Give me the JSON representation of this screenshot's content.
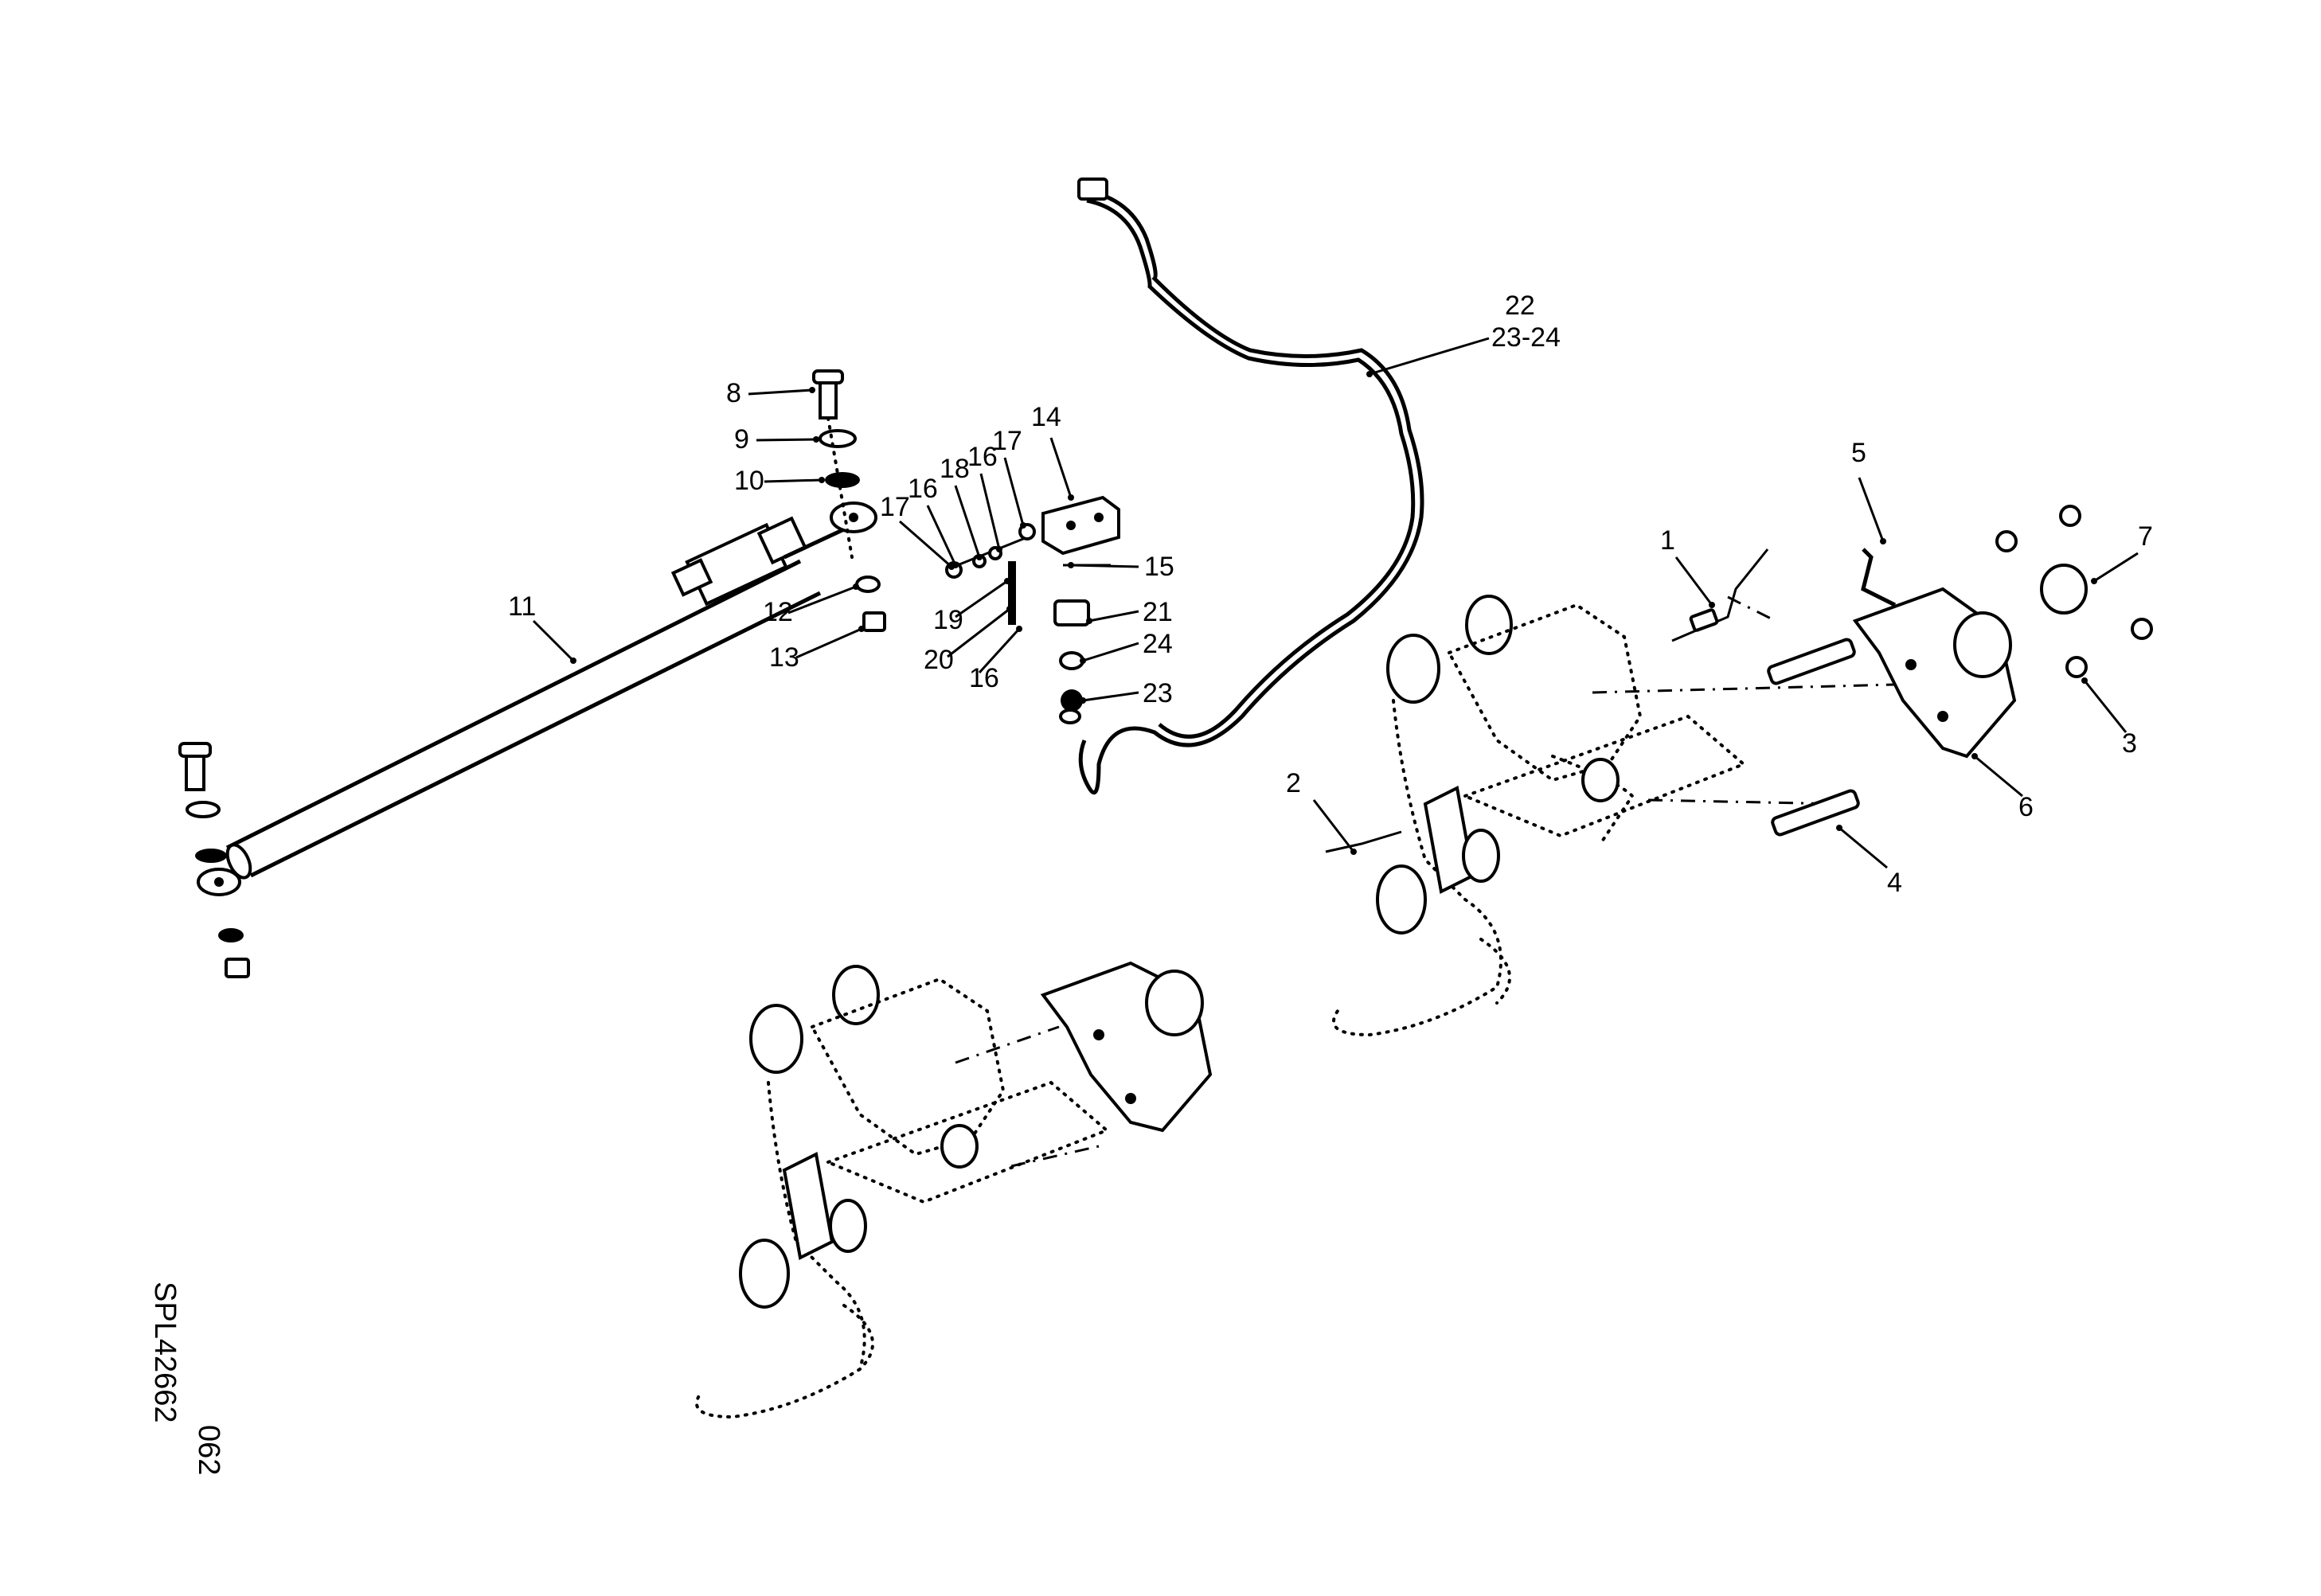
{
  "drawing": {
    "reference_number": "SPL42662",
    "sheet_number": "062"
  },
  "callouts": [
    {
      "id": "c1",
      "label": "1"
    },
    {
      "id": "c2",
      "label": "2"
    },
    {
      "id": "c3",
      "label": "3"
    },
    {
      "id": "c4",
      "label": "4"
    },
    {
      "id": "c5",
      "label": "5"
    },
    {
      "id": "c6",
      "label": "6"
    },
    {
      "id": "c7",
      "label": "7"
    },
    {
      "id": "c8",
      "label": "8"
    },
    {
      "id": "c9",
      "label": "9"
    },
    {
      "id": "c10",
      "label": "10"
    },
    {
      "id": "c11",
      "label": "11"
    },
    {
      "id": "c12",
      "label": "12"
    },
    {
      "id": "c13",
      "label": "13"
    },
    {
      "id": "c14",
      "label": "14"
    },
    {
      "id": "c15",
      "label": "15"
    },
    {
      "id": "c16a",
      "label": "16"
    },
    {
      "id": "c16b",
      "label": "16"
    },
    {
      "id": "c16c",
      "label": "16"
    },
    {
      "id": "c17a",
      "label": "17"
    },
    {
      "id": "c17b",
      "label": "17"
    },
    {
      "id": "c18",
      "label": "18"
    },
    {
      "id": "c19",
      "label": "19"
    },
    {
      "id": "c20",
      "label": "20"
    },
    {
      "id": "c21",
      "label": "21"
    },
    {
      "id": "c22",
      "label": "22"
    },
    {
      "id": "c23-24",
      "label": "23-24"
    },
    {
      "id": "c24",
      "label": "24"
    },
    {
      "id": "c23",
      "label": "23"
    }
  ]
}
